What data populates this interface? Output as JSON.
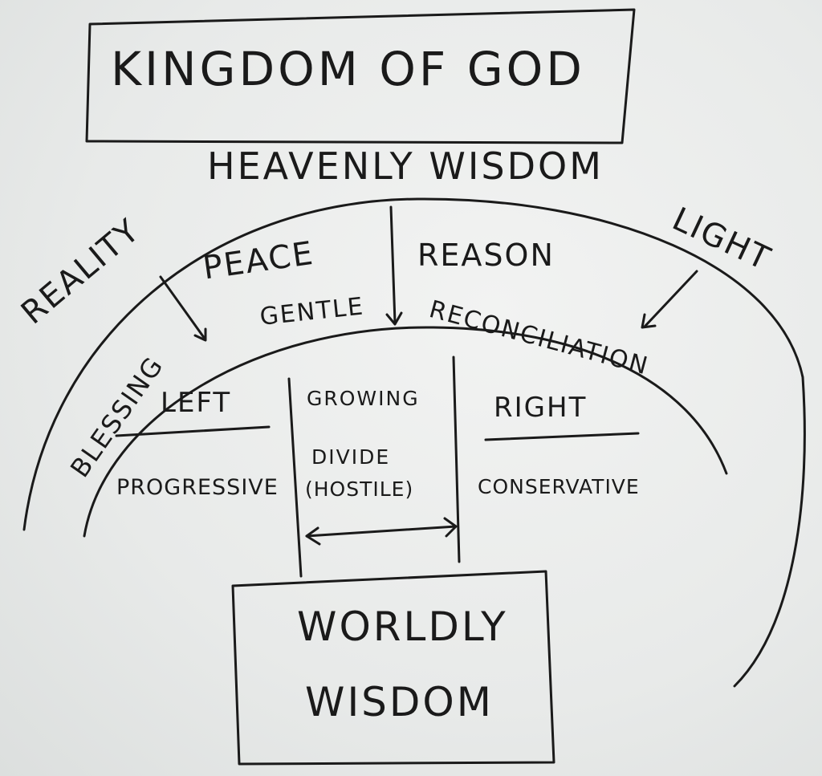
{
  "board": {
    "top_box_label": "KINGDOM OF GOD",
    "heavenly_wisdom": "HEAVENLY WISDOM",
    "outer_arc_words": {
      "reality": "REALITY",
      "light": "LIGHT"
    },
    "middle_words": {
      "peace": "PEACE",
      "reason": "REASON",
      "gentle": "GENTLE",
      "reconciliation": "RECONCILIATION",
      "blessing": "BLESSING"
    },
    "columns": {
      "left_heading": "LEFT",
      "left_sub": "PROGRESSIVE",
      "center_line1": "GROWING",
      "center_line2": "DIVIDE",
      "center_line3": "(HOSTILE)",
      "right_heading": "RIGHT",
      "right_sub": "CONSERVATIVE"
    },
    "bottom_box_line1": "WORLDLY",
    "bottom_box_line2": "WISDOM"
  },
  "colors": {
    "ink": "#1a1a1a",
    "board": "#eceeed"
  }
}
